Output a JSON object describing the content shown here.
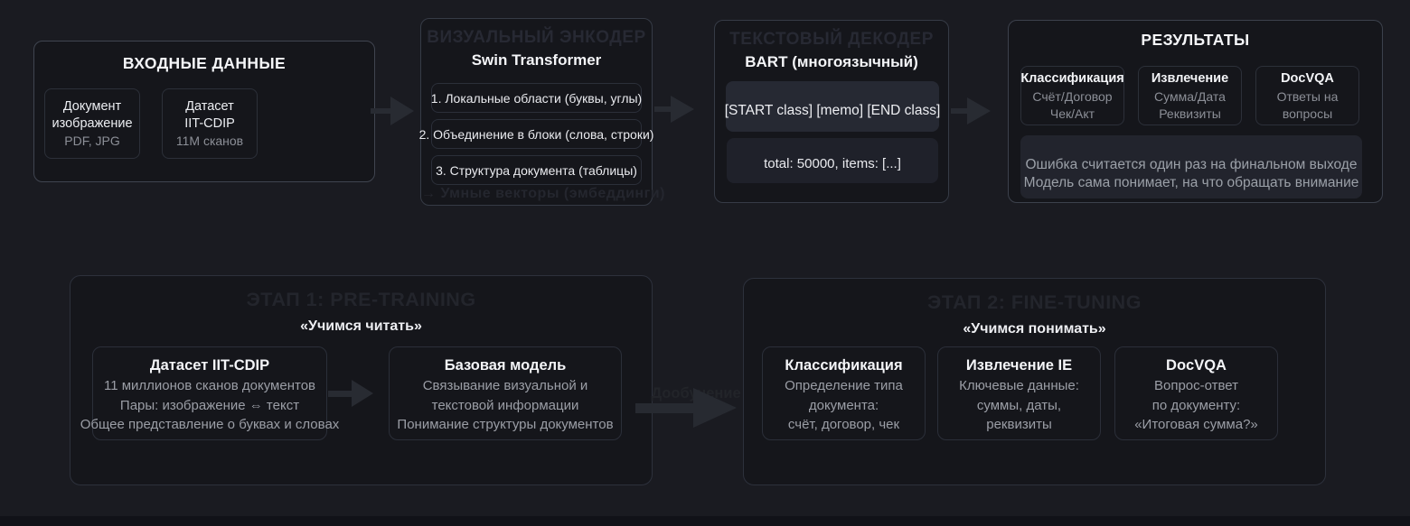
{
  "palette": {
    "background": "#1a1b21",
    "panel_fill": "#15161b",
    "panel_border": "#363b46",
    "subcard_border": "#2c3039",
    "text_primary": "#f4f5f8",
    "text_dim": "#8c8f97",
    "ghost_text": "#272933",
    "arrow": "#282b32",
    "code_box_fill": "#262933",
    "note_fill": "#22242d"
  },
  "pipeline": {
    "input": {
      "title": "ВХОДНЫЕ ДАННЫЕ",
      "cards": [
        {
          "line1": "Документ",
          "line2": "изображение",
          "meta": "PDF, JPG"
        },
        {
          "line1": "Датасет",
          "line2": "IIT-CDIP",
          "meta": "11M сканов"
        }
      ]
    },
    "encoder": {
      "ghost_title": "ВИЗУАЛЬНЫЙ ЭНКОДЕР",
      "title": "Swin Transformer",
      "steps": [
        "1. Локальные области (буквы, углы)",
        "2. Объединение в блоки (слова, строки)",
        "3. Структура документа (таблицы)"
      ],
      "ghost_footer": "→ Умные векторы (эмбеддинги)"
    },
    "decoder": {
      "ghost_title": "ТЕКСТОВЫЙ ДЕКОДЕР",
      "title": "BART (многоязычный)",
      "token_line": "[START class] [memo] [END class]",
      "json_line": "total: 50000, items: [...]"
    },
    "results": {
      "title": "РЕЗУЛЬТАТЫ",
      "cards": [
        {
          "title": "Классификация",
          "lines": [
            "Счёт/Договор",
            "Чек/Акт"
          ]
        },
        {
          "title": "Извлечение",
          "lines": [
            "Сумма/Дата",
            "Реквизиты"
          ]
        },
        {
          "title": "DocVQA",
          "lines": [
            "Ответы на",
            "вопросы"
          ]
        }
      ],
      "note_lines": [
        "Ошибка считается один раз на финальном выходе",
        "Модель сама понимает, на что обращать внимание"
      ]
    }
  },
  "stages": {
    "stage1": {
      "ghost_title": "ЭТАП 1: PRE-TRAINING",
      "subtitle": "«Учимся читать»",
      "cards": [
        {
          "title": "Датасет IIT-CDIP",
          "lines": [
            "11 миллионов сканов документов",
            "Пары: изображение ⇔ текст",
            "Общее представление о буквах и словах"
          ]
        },
        {
          "title": "Базовая модель",
          "lines": [
            "Связывание визуальной и",
            "текстовой информации",
            "Понимание структуры документов"
          ]
        }
      ]
    },
    "transfer_label": "Дообучение",
    "stage2": {
      "ghost_title": "ЭТАП 2: FINE-TUNING",
      "subtitle": "«Учимся понимать»",
      "cards": [
        {
          "title": "Классификация",
          "lines": [
            "Определение типа",
            "документа:",
            "счёт, договор, чек"
          ]
        },
        {
          "title": "Извлечение IE",
          "lines": [
            "Ключевые данные:",
            "суммы, даты,",
            "реквизиты"
          ]
        },
        {
          "title": "DocVQA",
          "lines": [
            "Вопрос-ответ",
            "по документу:",
            "«Итоговая сумма?»"
          ]
        }
      ]
    }
  }
}
